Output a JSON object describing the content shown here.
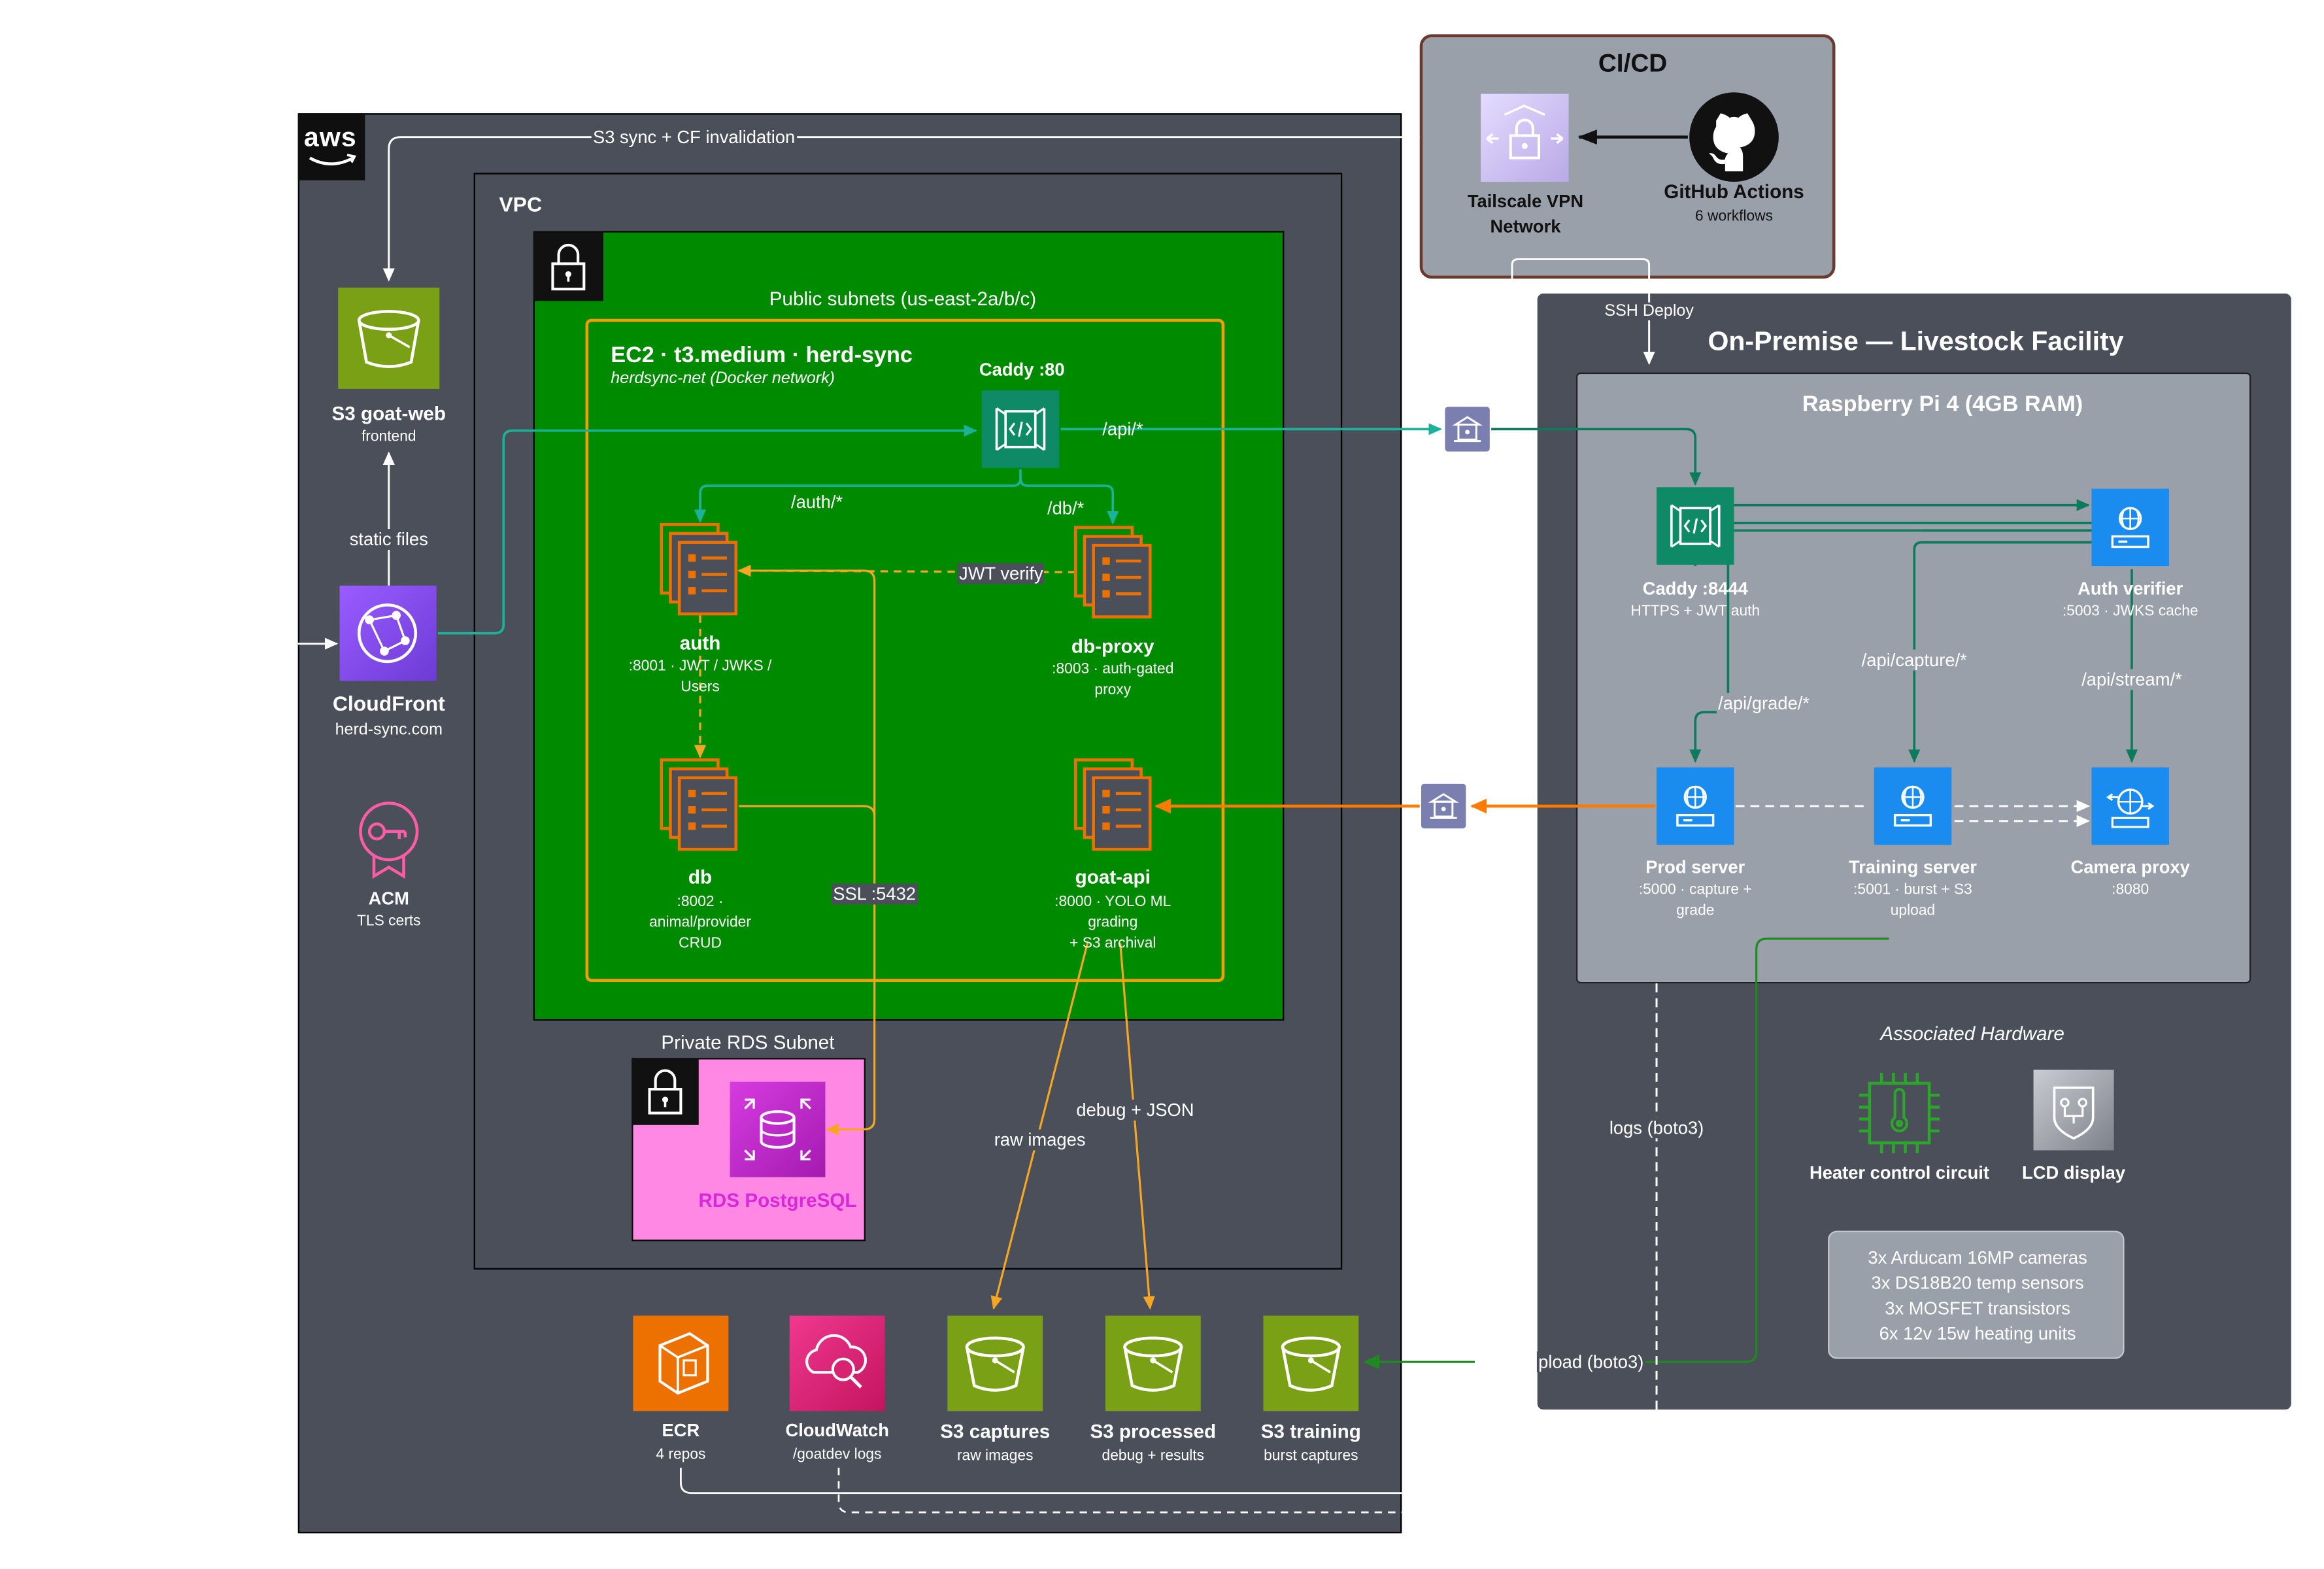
{
  "colors": {
    "aws_bg": "#4a4f59",
    "onprem_bg": "#4a4f59",
    "pi_bg": "#9aa0aa",
    "cicd_bg": "#9aa0aa",
    "cicd_border": "#6b3a2e",
    "public_subnet": "#008a00",
    "ec2_border": "#f29f05",
    "rds_subnet": "#ff88e4",
    "teal": "#1ab39a",
    "dark_green": "#0e7a5c",
    "orange": "#ff7a00",
    "compute_orange": "#ed7100",
    "storage_green": "#7aa116",
    "network_purple": "#8c4fff",
    "db_magenta": "#c925d1",
    "iot_blue": "#1a8cf0",
    "monitor_pink": "#e7157b"
  },
  "aws": {
    "logo_text": "aws",
    "sync_label": "S3 sync + CF invalidation",
    "vpc_title": "VPC",
    "public_subnets_title": "Public subnets (us-east-2a/b/c)",
    "private_subnet_title": "Private RDS Subnet",
    "ec2": {
      "title": "EC2 · t3.medium · herd-sync",
      "subtitle": "herdsync-net (Docker network)"
    },
    "caddy80": {
      "label": "Caddy :80",
      "route_api": "/api/*",
      "route_auth": "/auth/*",
      "route_db": "/db/*"
    },
    "auth": {
      "label": "auth",
      "desc1": ":8001 · JWT / JWKS /",
      "desc2": "Users"
    },
    "dbproxy": {
      "label": "db-proxy",
      "desc1": ":8003 · auth-gated",
      "desc2": "proxy"
    },
    "db": {
      "label": "db",
      "desc1": ":8002 ·",
      "desc2": "animal/provider",
      "desc3": "CRUD"
    },
    "goatapi": {
      "label": "goat-api",
      "desc1": ":8000 · YOLO ML",
      "desc2": "grading",
      "desc3": "+ S3 archival"
    },
    "jwt_verify": "JWT verify",
    "ssl": "SSL :5432",
    "rds": {
      "label": "RDS PostgreSQL"
    },
    "s3web": {
      "label": "S3 goat-web",
      "sub": "frontend"
    },
    "static_files": "static files",
    "cloudfront": {
      "label": "CloudFront",
      "sub": "herd-sync.com"
    },
    "acm": {
      "label": "ACM",
      "sub": "TLS certs"
    },
    "raw_images_edge": "raw images",
    "debug_json_edge": "debug + JSON",
    "bottom": [
      {
        "label": "ECR",
        "sub": "4 repos"
      },
      {
        "label": "CloudWatch",
        "sub": "/goatdev logs"
      },
      {
        "label": "S3 captures",
        "sub": "raw images"
      },
      {
        "label": "S3 processed",
        "sub": "debug + results"
      },
      {
        "label": "S3 training",
        "sub": "burst captures"
      }
    ]
  },
  "cicd": {
    "title": "CI/CD",
    "tailscale1": "Tailscale VPN",
    "tailscale2": "Network",
    "github": "GitHub Actions",
    "github_sub": "6 workflows",
    "ssh_deploy": "SSH Deploy"
  },
  "onprem": {
    "title": "On-Premise — Livestock Facility",
    "pi_title": "Raspberry Pi 4 (4GB RAM)",
    "caddy8444": {
      "label": "Caddy :8444",
      "sub": "HTTPS + JWT auth"
    },
    "authverifier": {
      "label": "Auth verifier",
      "sub": ":5003 · JWKS cache"
    },
    "route_grade": "/api/grade/*",
    "route_capture": "/api/capture/*",
    "route_stream": "/api/stream/*",
    "prod": {
      "label": "Prod server",
      "sub1": ":5000 · capture +",
      "sub2": "grade"
    },
    "training": {
      "label": "Training server",
      "sub1": ":5001 · burst + S3",
      "sub2": "upload"
    },
    "camera": {
      "label": "Camera proxy",
      "sub": ":8080"
    },
    "logs_edge": "logs (boto3)",
    "upload_edge": "pload (boto3)",
    "hw_title": "Associated Hardware",
    "heater": "Heater control circuit",
    "lcd": "LCD display",
    "hw_list": [
      "3x Arducam 16MP cameras",
      "3x DS18B20 temp sensors",
      "3x MOSFET transistors",
      "6x 12v 15w heating units"
    ]
  }
}
